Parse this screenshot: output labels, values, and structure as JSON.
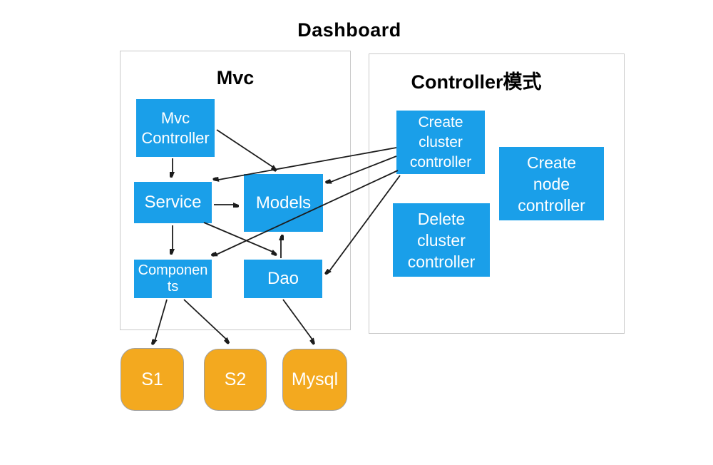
{
  "page_title": "Dashboard",
  "containers": {
    "mvc": {
      "title": "Mvc"
    },
    "controller_mode": {
      "title": "Controller模式"
    }
  },
  "nodes": {
    "mvc_controller": {
      "label": "Mvc\nController"
    },
    "service": {
      "label": "Service"
    },
    "models": {
      "label": "Models"
    },
    "components": {
      "label": "Componen\nts"
    },
    "dao": {
      "label": "Dao"
    },
    "create_cluster_controller": {
      "label": "Create\ncluster\ncontroller"
    },
    "create_node_controller": {
      "label": "Create\nnode\ncontroller"
    },
    "delete_cluster_controller": {
      "label": "Delete\ncluster\ncontroller"
    },
    "s1": {
      "label": "S1"
    },
    "s2": {
      "label": "S2"
    },
    "mysql": {
      "label": "Mysql"
    }
  },
  "edges": [
    {
      "from": "mvc_controller",
      "to": "service"
    },
    {
      "from": "mvc_controller",
      "to": "models"
    },
    {
      "from": "service",
      "to": "models"
    },
    {
      "from": "service",
      "to": "components"
    },
    {
      "from": "service",
      "to": "dao"
    },
    {
      "from": "dao",
      "to": "models"
    },
    {
      "from": "create_cluster_controller",
      "to": "service"
    },
    {
      "from": "create_cluster_controller",
      "to": "models"
    },
    {
      "from": "create_cluster_controller",
      "to": "components"
    },
    {
      "from": "create_cluster_controller",
      "to": "dao"
    },
    {
      "from": "components",
      "to": "s1"
    },
    {
      "from": "components",
      "to": "s2"
    },
    {
      "from": "dao",
      "to": "mysql"
    }
  ],
  "colors": {
    "node_blue": "#1A9FE9",
    "node_orange": "#F3A91F",
    "container_border": "#C9C9C9",
    "arrow": "#1C1C1C",
    "node_text": "#FFFFFF",
    "title_text": "#000000"
  }
}
